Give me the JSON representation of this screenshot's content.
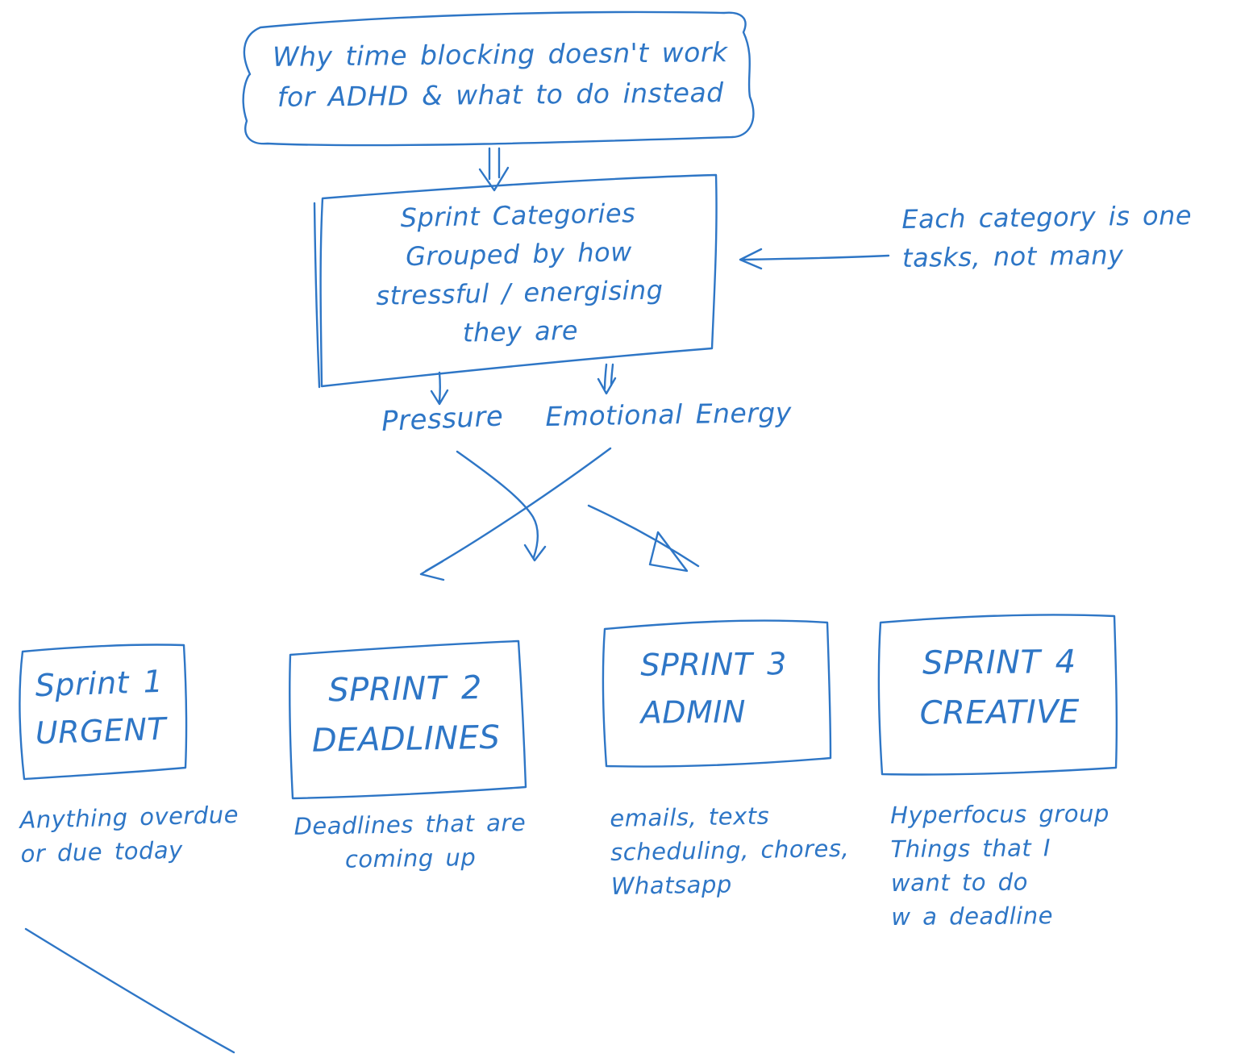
{
  "ink_color": "#2e76c6",
  "diagram": {
    "title": "Why time blocking doesn't work\nfor ADHD & what to do instead",
    "categories_box": "Sprint Categories\nGrouped by how\nstressful / energising\nthey are",
    "annotation": "Each category is one\ntasks, not many",
    "axes": {
      "pressure": "Pressure",
      "emotional": "Emotional Energy"
    },
    "sprints": [
      {
        "name": "Sprint 1\nURGENT",
        "desc": "Anything overdue\nor due today"
      },
      {
        "name": "SPRINT 2\nDEADLINES",
        "desc": "Deadlines that are\ncoming up"
      },
      {
        "name": "SPRINT 3\nADMIN",
        "desc": "emails, texts\nscheduling, chores,\nWhatsapp"
      },
      {
        "name": "SPRINT 4\nCREATIVE",
        "desc": "Hyperfocus group\nThings that I\nwant to do\nw a deadline"
      }
    ]
  }
}
